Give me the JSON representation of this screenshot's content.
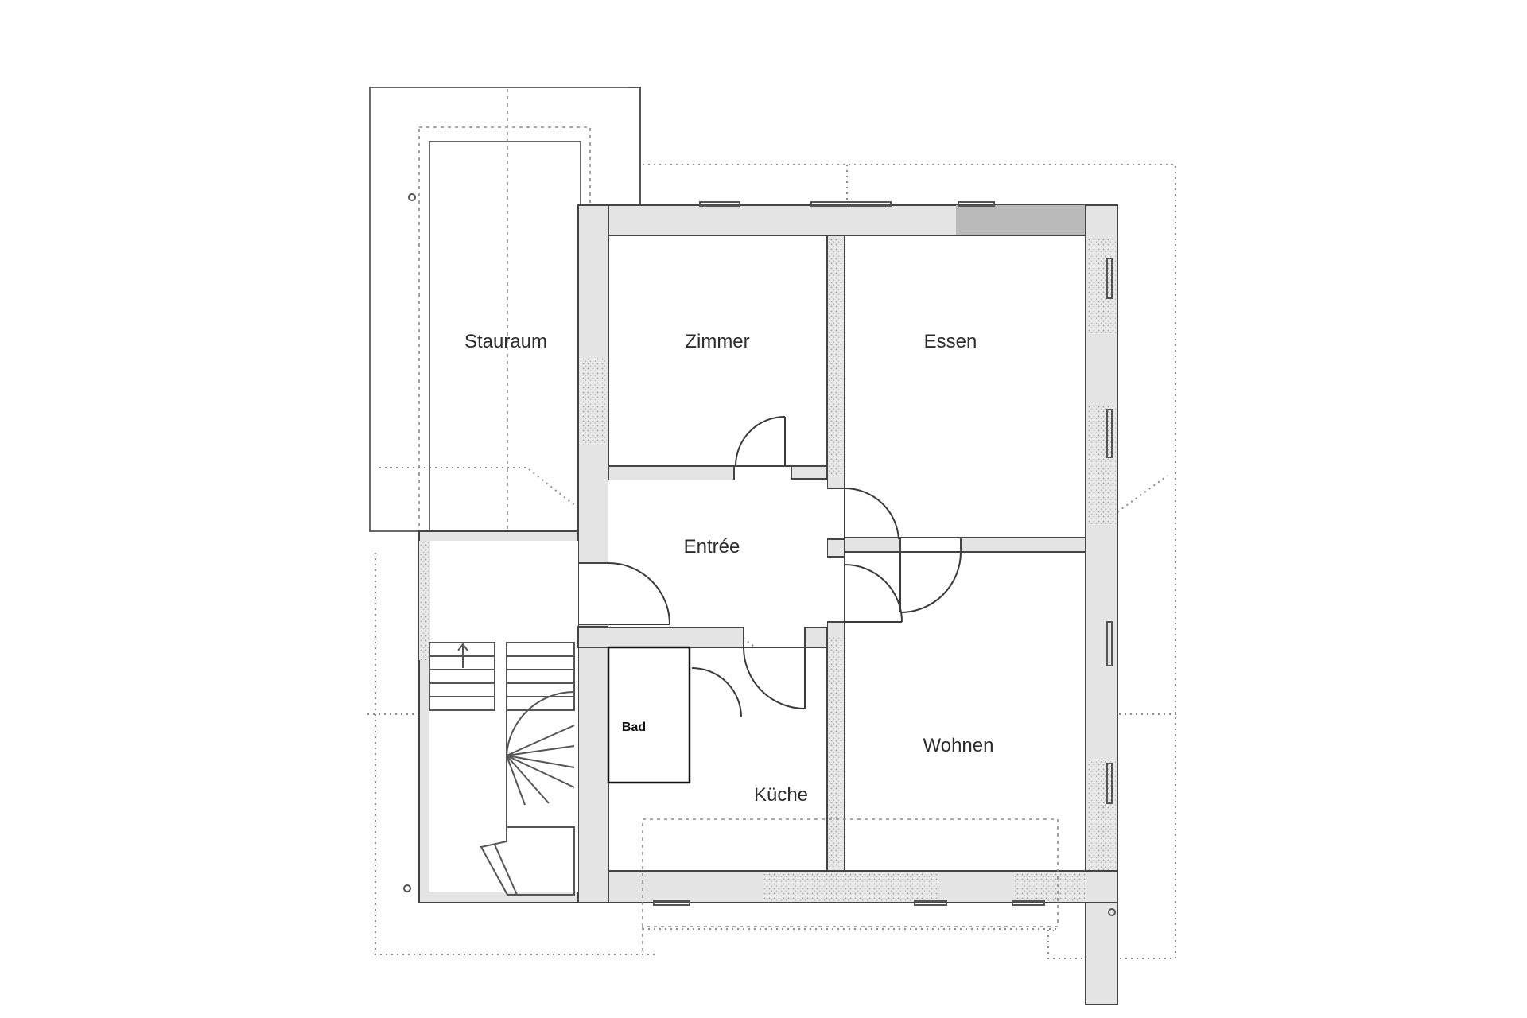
{
  "rooms": {
    "stauraum": "Stauraum",
    "zimmer": "Zimmer",
    "essen": "Essen",
    "entree": "Entrée",
    "bad": "Bad",
    "kueche": "Küche",
    "wohnen": "Wohnen"
  }
}
